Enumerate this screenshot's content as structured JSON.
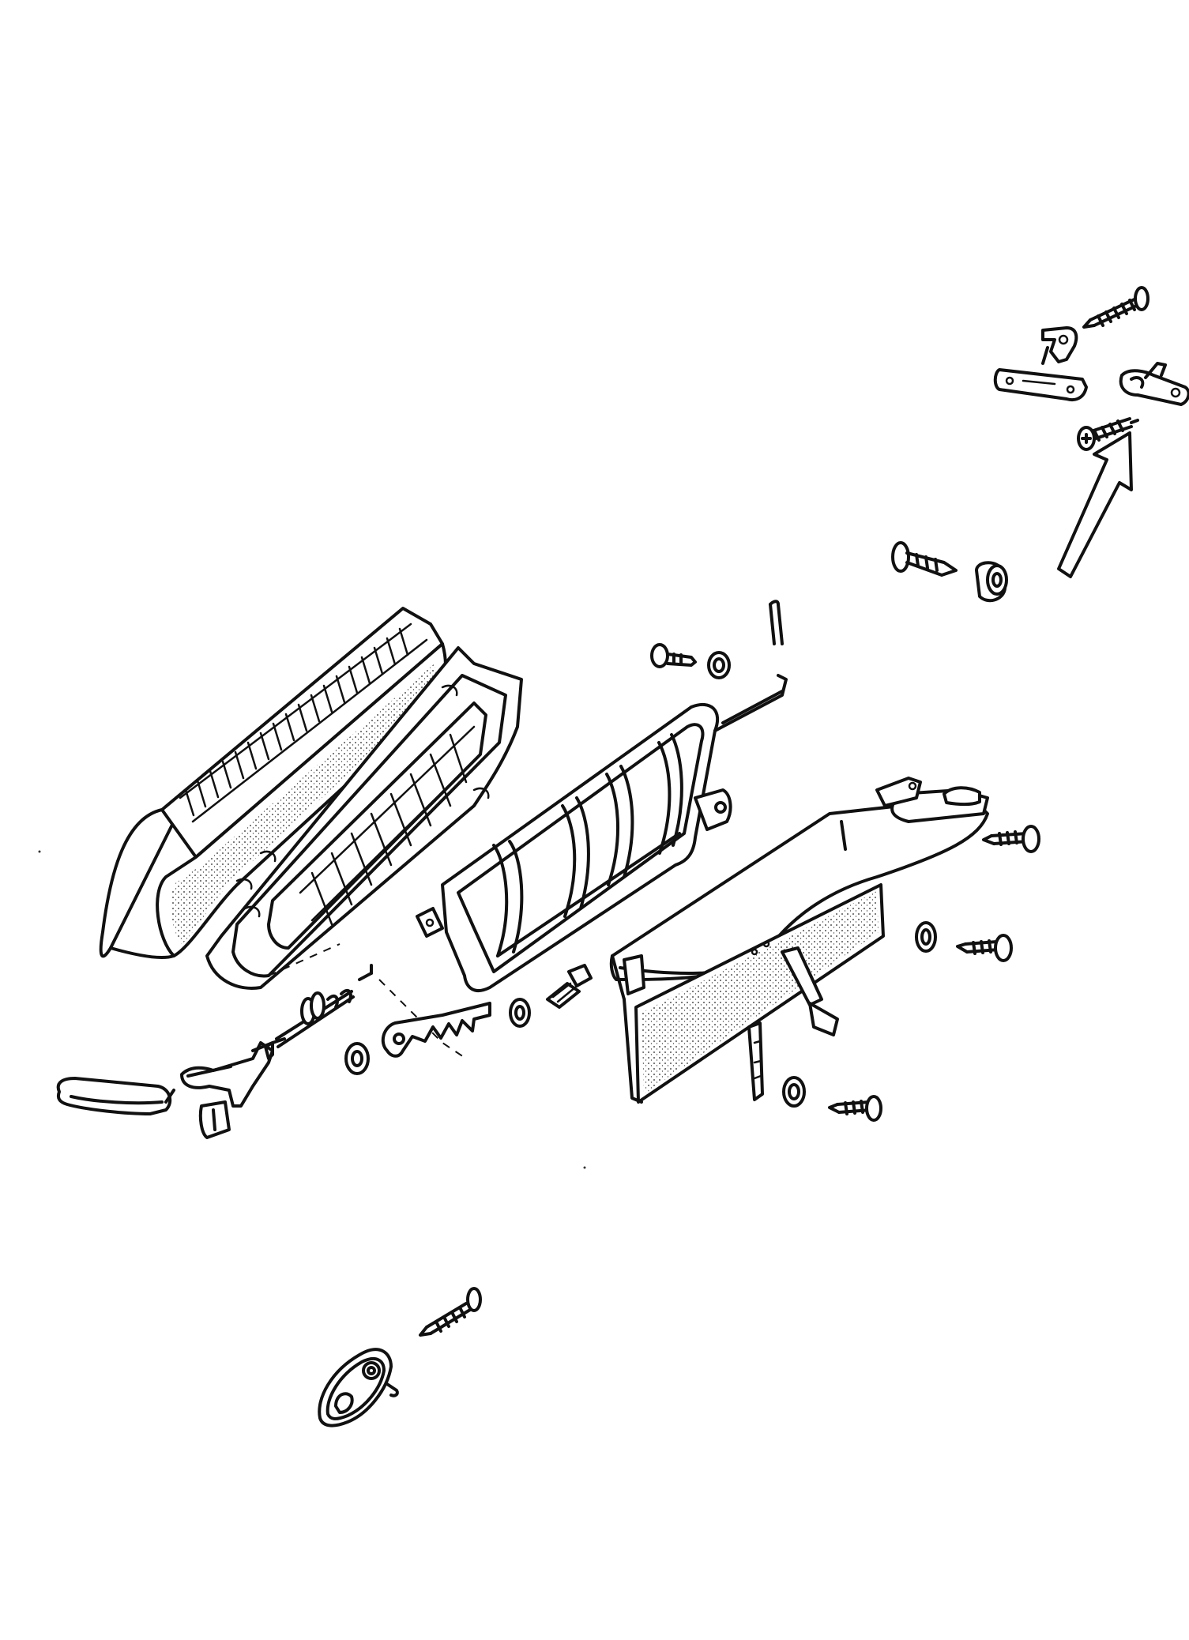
{
  "diagram": {
    "type": "exploded-parts-view",
    "line_color": "#111111",
    "background": "#ffffff",
    "parts": [
      {
        "id": "seat-cushion",
        "icon": "cushion-icon"
      },
      {
        "id": "cushion-frame",
        "icon": "spring-frame-icon"
      },
      {
        "id": "backrest-frame",
        "icon": "tubular-frame-icon"
      },
      {
        "id": "side-trim-panel",
        "icon": "panel-icon"
      },
      {
        "id": "release-lever",
        "icon": "lever-icon"
      },
      {
        "id": "strap",
        "icon": "strap-icon"
      },
      {
        "id": "hinge-bracket",
        "icon": "bracket-icon"
      },
      {
        "id": "catch-plate",
        "icon": "catch-icon"
      },
      {
        "id": "screws",
        "icon": "screw-icon"
      },
      {
        "id": "washers",
        "icon": "washer-icon"
      },
      {
        "id": "bushing",
        "icon": "bushing-icon"
      },
      {
        "id": "pivot-bolt",
        "icon": "bolt-icon"
      },
      {
        "id": "spring-clip",
        "icon": "clip-icon"
      },
      {
        "id": "grommet",
        "icon": "grommet-icon"
      }
    ],
    "callout": {
      "icon": "arrow-up-right-icon",
      "target": "catch-plate"
    }
  }
}
